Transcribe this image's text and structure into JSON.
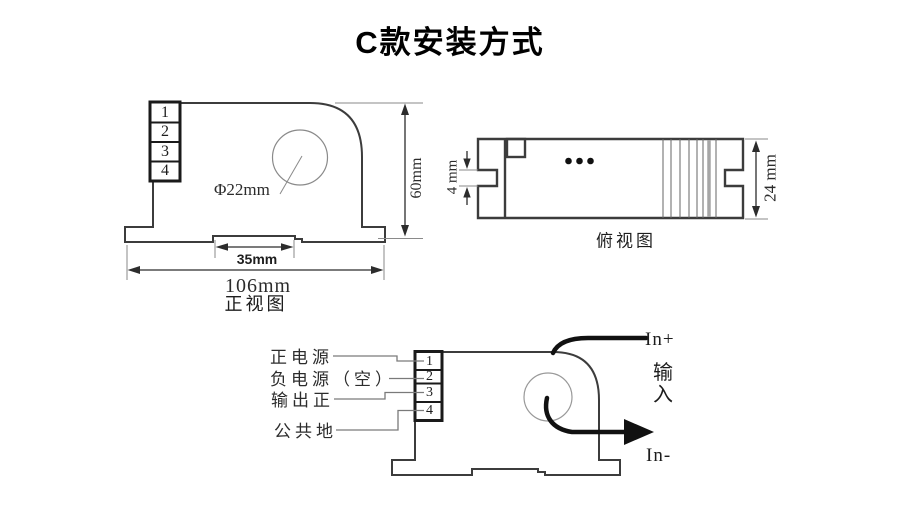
{
  "title": "C款安装方式",
  "front_view": {
    "label": "正视图",
    "terminals": [
      "1",
      "2",
      "3",
      "4"
    ],
    "hole_dim": "Φ22mm",
    "height_dim": "60mm",
    "rail_dim": "35mm",
    "width_dim": "106mm"
  },
  "top_view": {
    "label": "俯视图",
    "notch_dim": "4 mm",
    "depth_dim": "24 mm"
  },
  "wiring": {
    "terminals": [
      "1",
      "2",
      "3",
      "4"
    ],
    "pin_labels": [
      "正电源",
      "负电源（空）",
      "输出正",
      "公共地"
    ],
    "in_plus": "In+",
    "input_label": "输入",
    "in_minus": "In-"
  },
  "colors": {
    "outline": "#3c3c3c",
    "thick_wire": "#111111",
    "thin_wire": "#7a7a7a",
    "dim_line": "#8a8a8a"
  }
}
